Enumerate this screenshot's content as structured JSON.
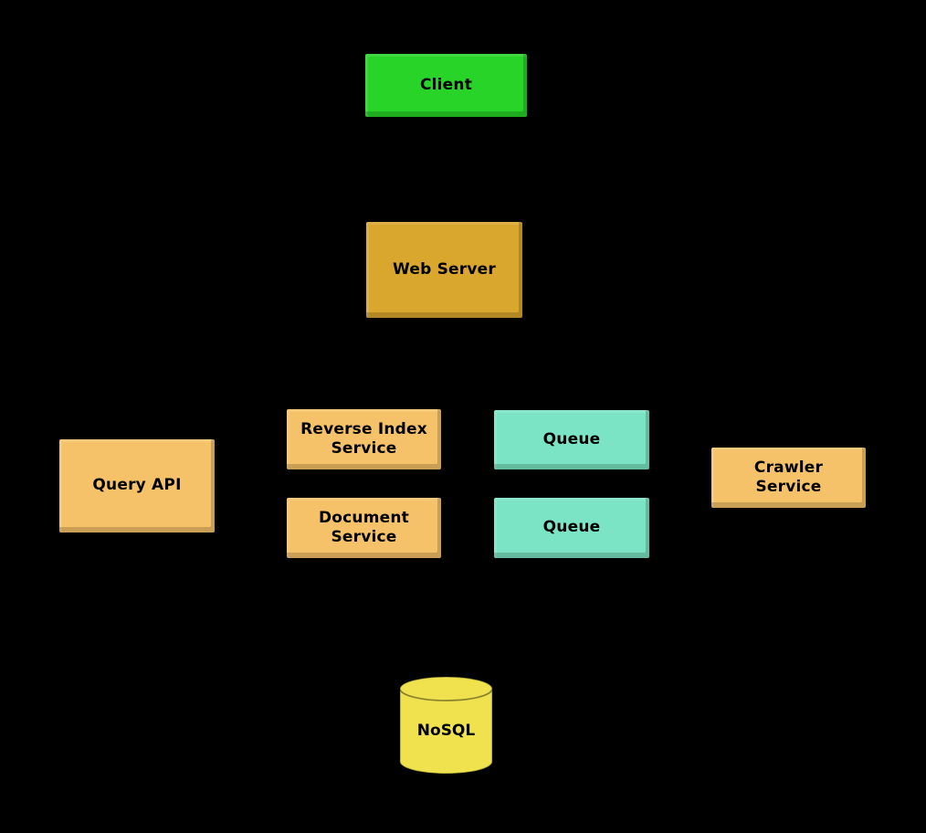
{
  "diagram": {
    "background_color": "#000000",
    "text_color": "#000000",
    "nodes": {
      "client": {
        "label": "Client",
        "color": "#27d427",
        "shape": "rect"
      },
      "web_server": {
        "label": "Web Server",
        "color": "#d9a62e",
        "shape": "rect"
      },
      "reverse_index_service": {
        "label": "Reverse Index Service",
        "color": "#f6c269",
        "shape": "rect"
      },
      "queue_top": {
        "label": "Queue",
        "color": "#7be4c4",
        "shape": "rect"
      },
      "query_api": {
        "label": "Query API",
        "color": "#f6c269",
        "shape": "rect"
      },
      "crawler_service": {
        "label": "Crawler Service",
        "color": "#f6c269",
        "shape": "rect"
      },
      "document_service": {
        "label": "Document Service",
        "color": "#f6c269",
        "shape": "rect"
      },
      "queue_bottom": {
        "label": "Queue",
        "color": "#7be4c4",
        "shape": "rect"
      },
      "nosql": {
        "label": "NoSQL",
        "color": "#f0e24e",
        "shape": "cylinder"
      }
    }
  }
}
